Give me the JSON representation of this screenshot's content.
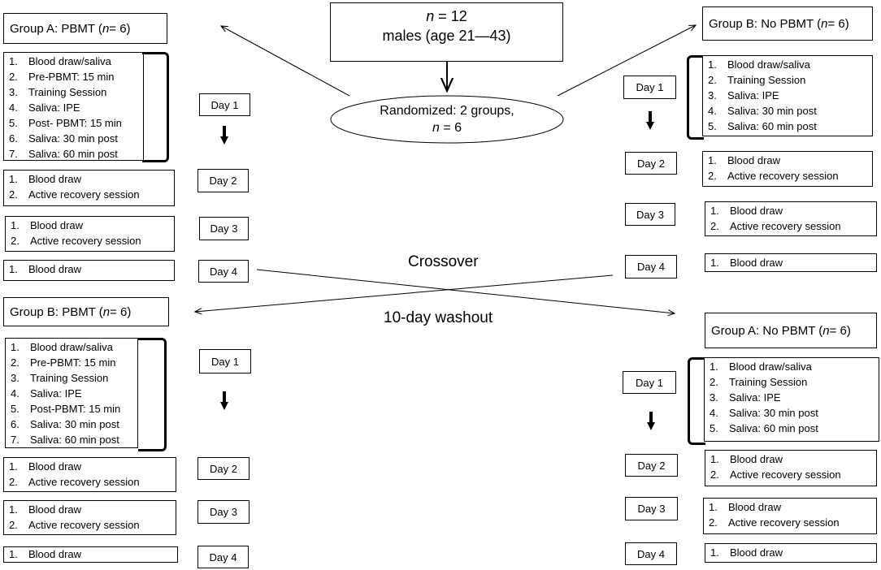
{
  "top": {
    "n_line": "n = 12",
    "n_label": "n",
    "n_value": "= 12",
    "males_line": "males (age 21—43)",
    "randomized_line1": "Randomized: 2 groups,",
    "randomized_n_label": "n",
    "randomized_n_value": "= 6"
  },
  "labels": {
    "crossover": "Crossover",
    "washout": "10-day washout"
  },
  "groups": {
    "a_pbmt": {
      "title_pre": "Group A: PBMT (",
      "title_n": "n",
      "title_post": " = 6)"
    },
    "b_no_pbmt": {
      "title_pre": "Group B: No PBMT (",
      "title_n": "n",
      "title_post": " = 6)"
    },
    "b_pbmt": {
      "title_pre": "Group B: PBMT (",
      "title_n": "n",
      "title_post": " = 6)"
    },
    "a_no_pbmt": {
      "title_pre": "Group A: No PBMT (",
      "title_n": "n",
      "title_post": " = 6)"
    }
  },
  "days": [
    "Day 1",
    "Day 2",
    "Day 3",
    "Day 4"
  ],
  "pbmt_day1": [
    {
      "n": "1.",
      "t": "Blood draw/saliva"
    },
    {
      "n": "2.",
      "t": "Pre-PBMT: 15 min"
    },
    {
      "n": "3.",
      "t": "Training Session"
    },
    {
      "n": "4.",
      "t": "Saliva: IPE"
    },
    {
      "n": "5.",
      "t": "Post- PBMT: 15 min"
    },
    {
      "n": "6.",
      "t": "Saliva: 30 min post"
    },
    {
      "n": "7.",
      "t": "Saliva: 60 min post"
    }
  ],
  "pbmt_day1_b": [
    {
      "n": "1.",
      "t": "Blood draw/saliva"
    },
    {
      "n": "2.",
      "t": "Pre-PBMT: 15 min"
    },
    {
      "n": "3.",
      "t": "Training Session"
    },
    {
      "n": "4.",
      "t": "Saliva: IPE"
    },
    {
      "n": "5.",
      "t": "Post-PBMT: 15 min"
    },
    {
      "n": "6.",
      "t": "Saliva: 30 min post"
    },
    {
      "n": "7.",
      "t": "Saliva: 60 min post"
    }
  ],
  "nopbmt_day1": [
    {
      "n": "1.",
      "t": "Blood draw/saliva"
    },
    {
      "n": "2.",
      "t": "Training Session"
    },
    {
      "n": "3.",
      "t": "Saliva: IPE"
    },
    {
      "n": "4.",
      "t": "Saliva: 30 min post"
    },
    {
      "n": "5.",
      "t": "Saliva: 60 min post"
    }
  ],
  "recovery_day": [
    {
      "n": "1.",
      "t": "Blood draw"
    },
    {
      "n": "2.",
      "t": "Active recovery session"
    }
  ],
  "blood_only": [
    {
      "n": "1.",
      "t": "Blood draw"
    }
  ]
}
